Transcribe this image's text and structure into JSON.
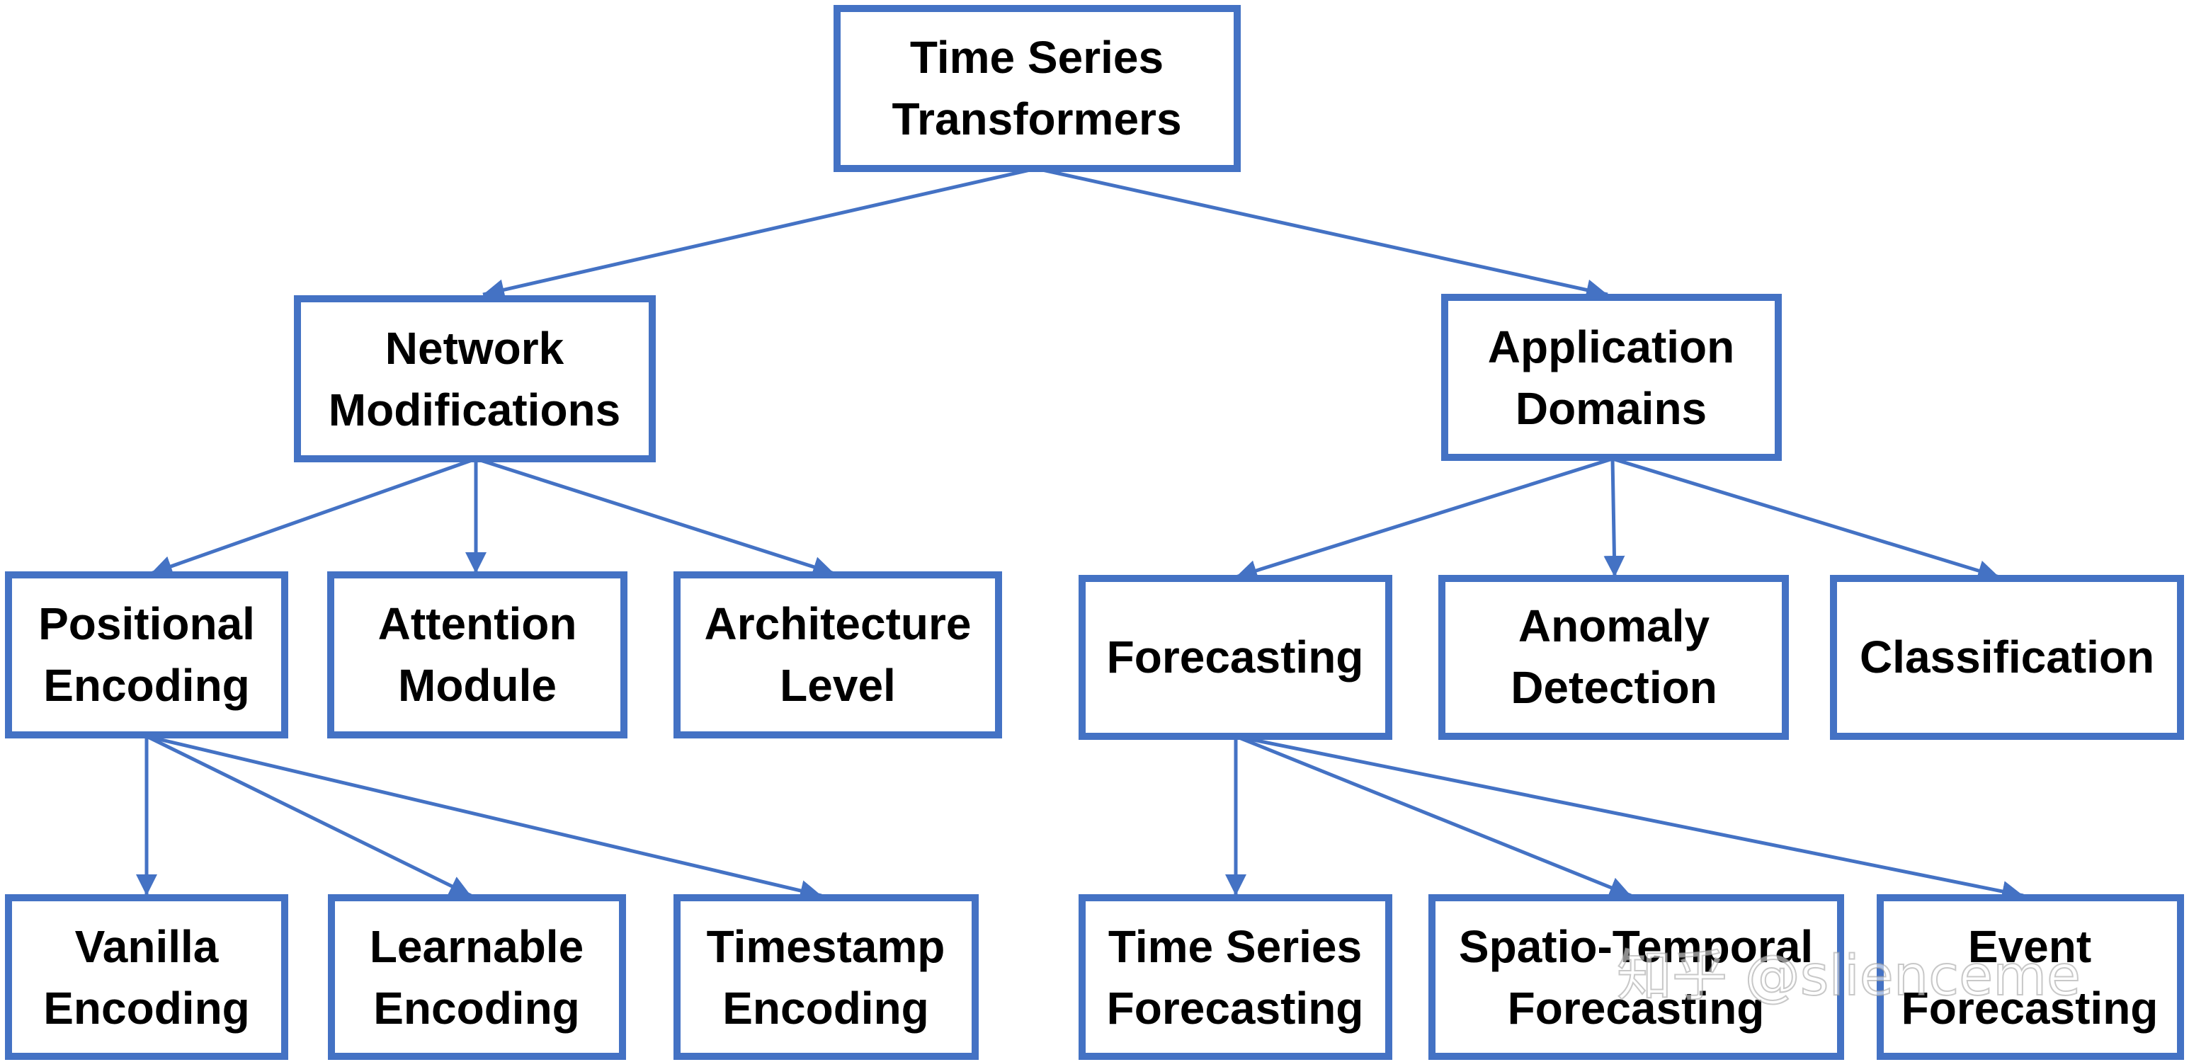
{
  "diagram": {
    "root": {
      "line1": "Time Series",
      "line2": "Transformers"
    },
    "network": {
      "line1": "Network",
      "line2": "Modifications"
    },
    "application": {
      "line1": "Application",
      "line2": "Domains"
    },
    "positional": {
      "line1": "Positional",
      "line2": "Encoding"
    },
    "attention": {
      "line1": "Attention",
      "line2": "Module"
    },
    "architecture": {
      "line1": "Architecture",
      "line2": "Level"
    },
    "forecasting": {
      "line1": "Forecasting"
    },
    "anomaly": {
      "line1": "Anomaly",
      "line2": "Detection"
    },
    "classification": {
      "line1": "Classification"
    },
    "vanilla": {
      "line1": "Vanilla",
      "line2": "Encoding"
    },
    "learnable": {
      "line1": "Learnable",
      "line2": "Encoding"
    },
    "timestamp": {
      "line1": "Timestamp",
      "line2": "Encoding"
    },
    "ts_forecasting": {
      "line1": "Time Series",
      "line2": "Forecasting"
    },
    "spatio": {
      "line1": "Spatio-Temporal",
      "line2": "Forecasting"
    },
    "event": {
      "line1": "Event",
      "line2": "Forecasting"
    }
  },
  "watermark": "知乎 @slienceme",
  "colors": {
    "accent": "#4472C4",
    "text": "#000000",
    "background": "#ffffff"
  }
}
